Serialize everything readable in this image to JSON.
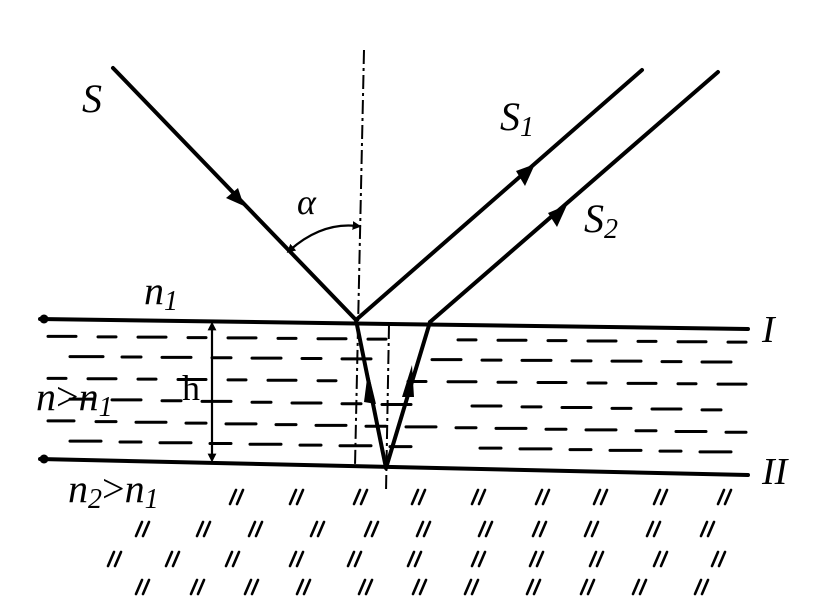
{
  "labels": {
    "source": "S",
    "ray1": "S",
    "ray1_sub": "1",
    "ray2": "S",
    "ray2_sub": "2",
    "angle": "α",
    "n1": "n",
    "n1_sub": "1",
    "film_n": "n",
    "film_cmp": ">",
    "film_n1": "n",
    "film_n1_sub": "1",
    "thickness": "h",
    "n2": "n",
    "n2_sub": "2",
    "n2_cmp": ">",
    "n2_n1": "n",
    "n2_n1_sub": "1",
    "surface_top": "I",
    "surface_bottom": "II"
  }
}
